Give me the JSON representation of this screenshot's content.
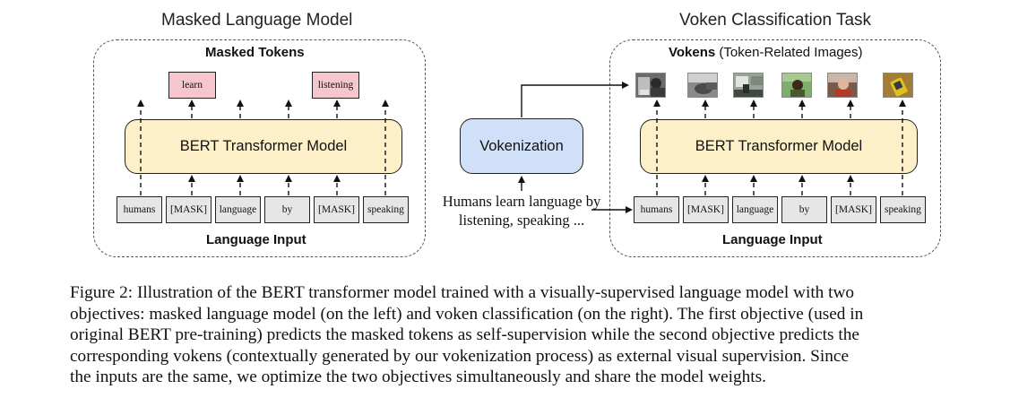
{
  "left_panel": {
    "title": "Masked Language Model",
    "output_label": "Masked Tokens",
    "masked_tokens": [
      "learn",
      "listening"
    ],
    "model_label": "BERT Transformer Model",
    "input_tokens": [
      "humans",
      "[MASK]",
      "language",
      "by",
      "[MASK]",
      "speaking"
    ],
    "input_label": "Language Input"
  },
  "middle": {
    "vokenization_label": "Vokenization",
    "sentence_line1": "Humans learn language by",
    "sentence_line2": "listening, speaking ..."
  },
  "right_panel": {
    "title": "Voken Classification Task",
    "output_label_bold": "Vokens",
    "output_label_rest": "(Token-Related Images)",
    "voken_images": [
      "photo-people-icon",
      "photo-hand-icon",
      "photo-room-icon",
      "photo-person-icon",
      "photo-man-icon",
      "photo-phone-icon"
    ],
    "model_label": "BERT Transformer Model",
    "input_tokens": [
      "humans",
      "[MASK]",
      "language",
      "by",
      "[MASK]",
      "speaking"
    ],
    "input_label": "Language Input"
  },
  "caption": {
    "lines": [
      "Figure 2: Illustration of the BERT transformer model trained with a visually-supervised language model with two",
      "objectives: masked language model (on the left) and voken classification (on the right). The first objective (used in",
      "original BERT pre-training) predicts the masked tokens as self-supervision while the second objective predicts the",
      "corresponding vokens (contextually generated by our vokenization process) as external visual supervision. Since",
      "the inputs are the same, we optimize the two objectives simultaneously and share the model weights."
    ]
  },
  "colors": {
    "bert_fill": "#fdf0c8",
    "vokenization_fill": "#cfe0f8",
    "masked_token_fill": "#f5c6cb",
    "input_token_fill": "#e6e6e6"
  }
}
